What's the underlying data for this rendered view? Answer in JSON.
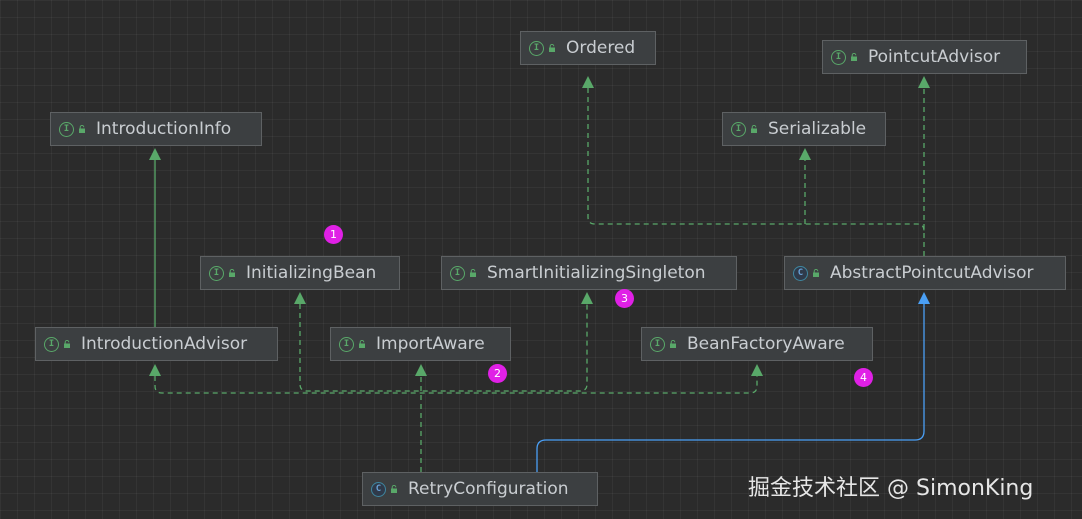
{
  "nodes": [
    {
      "id": "ordered",
      "label": "Ordered",
      "kind": "interface"
    },
    {
      "id": "pointcut-advisor",
      "label": "PointcutAdvisor",
      "kind": "interface"
    },
    {
      "id": "introduction-info",
      "label": "IntroductionInfo",
      "kind": "interface"
    },
    {
      "id": "serializable",
      "label": "Serializable",
      "kind": "interface"
    },
    {
      "id": "initializing-bean",
      "label": "InitializingBean",
      "kind": "interface"
    },
    {
      "id": "smart-initializing-singleton",
      "label": "SmartInitializingSingleton",
      "kind": "interface"
    },
    {
      "id": "abstract-pointcut-advisor",
      "label": "AbstractPointcutAdvisor",
      "kind": "class"
    },
    {
      "id": "introduction-advisor",
      "label": "IntroductionAdvisor",
      "kind": "interface"
    },
    {
      "id": "import-aware",
      "label": "ImportAware",
      "kind": "interface"
    },
    {
      "id": "bean-factory-aware",
      "label": "BeanFactoryAware",
      "kind": "interface"
    },
    {
      "id": "retry-configuration",
      "label": "RetryConfiguration",
      "kind": "class"
    }
  ],
  "badges": [
    "1",
    "2",
    "3",
    "4"
  ],
  "watermark": "掘金技术社区 @ SimonKing",
  "colors": {
    "background": "#2b2b2b",
    "node_fill": "#3c3f41",
    "node_border": "#5e6163",
    "interface_icon": "#59a869",
    "class_icon": "#6aa2d8",
    "implements_edge": "#59a869",
    "extends_edge": "#4a9ff5",
    "badge": "#e020e6"
  }
}
